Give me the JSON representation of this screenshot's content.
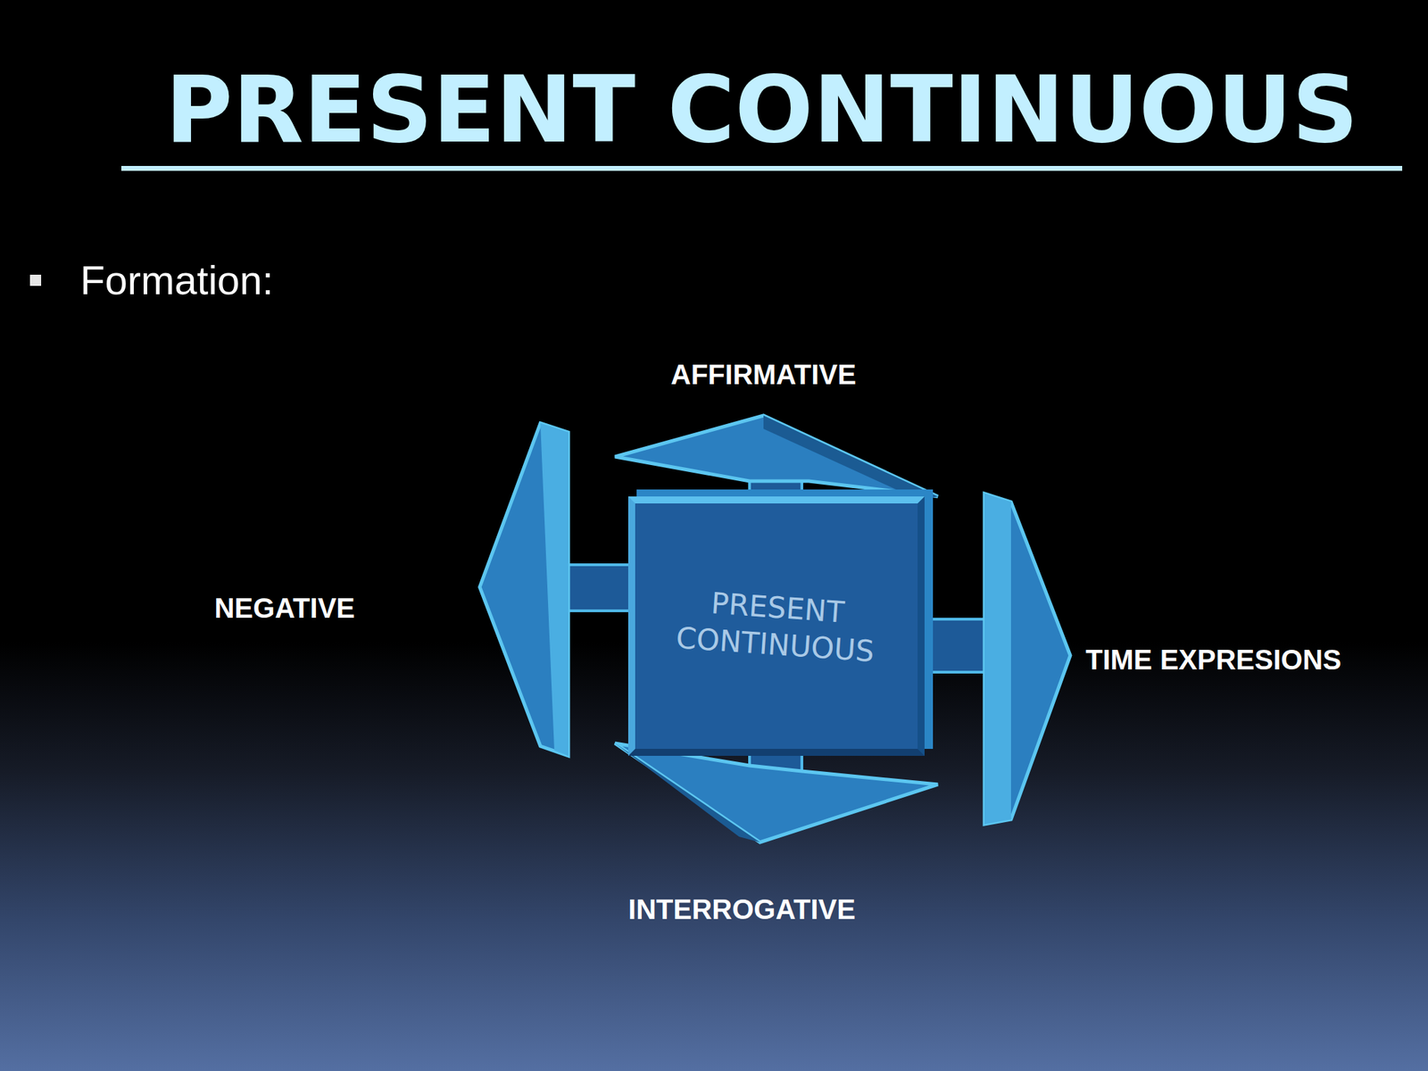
{
  "diagram": {
    "title": "PRESENT CONTINUOUS",
    "nodes": [
      {
        "text": [
          "PRESENT CONTINUOUS"
        ]
      }
    ],
    "labels": [
      "Formation:",
      "AFFIRMATIVE",
      "NEGATIVE",
      "TIME EXPRESIONS",
      "INTERROGATIVE"
    ]
  }
}
